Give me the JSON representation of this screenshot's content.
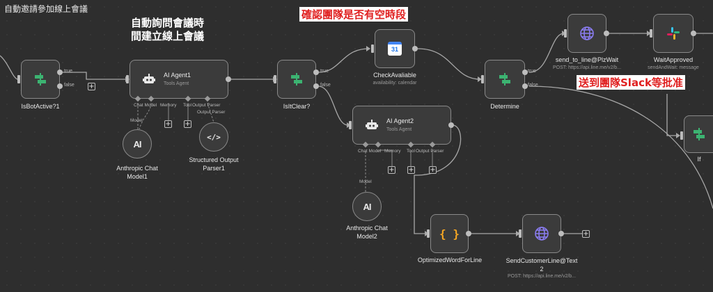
{
  "workflow_title": "自動邀請參加線上會議",
  "annotations": {
    "ai_agent": [
      "自動詢問會議時",
      "間建立線上會議"
    ],
    "check_team": "確認團隊是否有空時段",
    "send_team": "送到團隊Slack等批准"
  },
  "colors": {
    "accent_red": "#ff3b30",
    "node_border": "#8a8a8a",
    "canvas": "#2e2e2e"
  },
  "nodes": {
    "is_bot_active": {
      "label": "IsBotActive?1",
      "icon": "switch-icon"
    },
    "ai_agent1": {
      "title": "AI Agent1",
      "subtitle": "Tools Agent",
      "icon": "robot-icon"
    },
    "is_it_clear": {
      "label": "IsItClear?",
      "icon": "switch-icon"
    },
    "check_available": {
      "label": "CheckAvaliable",
      "sub": "availability: calendar",
      "icon": "google-calendar-icon",
      "icon_text": "31"
    },
    "determine": {
      "label": "Determine",
      "icon": "switch-icon"
    },
    "send_to_line": {
      "label": "send_to_line@PlzWait",
      "sub": "POST: https://api.line.me/v2/b...",
      "icon": "globe-icon"
    },
    "wait_approved": {
      "label": "WaitApproved",
      "sub": "sendAndWait: message",
      "icon": "slack-icon"
    },
    "if_node": {
      "label": "If",
      "icon": "switch-icon"
    },
    "ai_agent2": {
      "title": "AI Agent2",
      "subtitle": "Tools Agent",
      "icon": "robot-icon"
    },
    "anthropic1": {
      "label_line1": "Anthropic Chat",
      "label_line2": "Model1",
      "icon": "anthropic-icon",
      "icon_text": "AI"
    },
    "structured_parser": {
      "label_line1": "Structured Output",
      "label_line2": "Parser1",
      "icon": "code-icon",
      "icon_text": "</>"
    },
    "anthropic2": {
      "label_line1": "Anthropic Chat",
      "label_line2": "Model2",
      "icon": "anthropic-icon",
      "icon_text": "AI"
    },
    "optimized_word": {
      "label": "OptimizedWordForLine",
      "icon": "braces-icon",
      "icon_text": "{ }"
    },
    "send_customer": {
      "label_line1": "SendCustomerLine@Text",
      "label_line2": "2",
      "sub": "POST: https://api.line.me/v2/b...",
      "icon": "globe-icon"
    }
  },
  "ports": {
    "chat_model": "Chat Model",
    "memory": "Memory",
    "tool": "Tool",
    "output_parser": "Output Parser",
    "model": "Model"
  },
  "edge_labels": {
    "true": "true",
    "false": "false"
  },
  "plus_symbol": "+"
}
